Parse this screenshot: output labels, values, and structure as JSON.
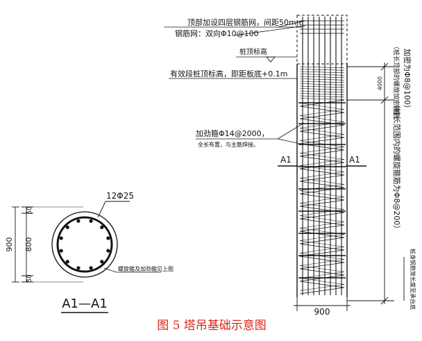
{
  "caption": "图 5 塔吊基础示意图",
  "top_notes": {
    "stiffener_ring": "顶部加设四层钢筋网，间距50mm",
    "mesh": "钢筋网：双向Φ10@100"
  },
  "pile_top_level": "桩顶标高",
  "effective_top_note": "有效段桩顶标高，即距板底+0.1m",
  "stiffener": {
    "line1": "加劲箍Φ14@2000，",
    "line2": "全长布置，与主筋焊接。"
  },
  "section_mark_left": "A1",
  "section_mark_right": "A1",
  "pile_width_dim": "900",
  "right_dims": {
    "top_len": "4000",
    "dense_note": "（桩长顶部的螺旋加密箍筋",
    "dense_spec": "加密为Φ8@100）",
    "normal_note": "（桩长范围内的螺旋箍筋为Φ8@200）",
    "bottom_note": "桩身钢筋笼长度至承台底"
  },
  "section": {
    "title": "A1—A1",
    "rebar": "12Φ25",
    "dim_total": "900",
    "dim_top": "50",
    "dim_mid": "800",
    "dim_bottom": "50",
    "hoop_note": "螺旋箍及加劲箍见上图"
  }
}
